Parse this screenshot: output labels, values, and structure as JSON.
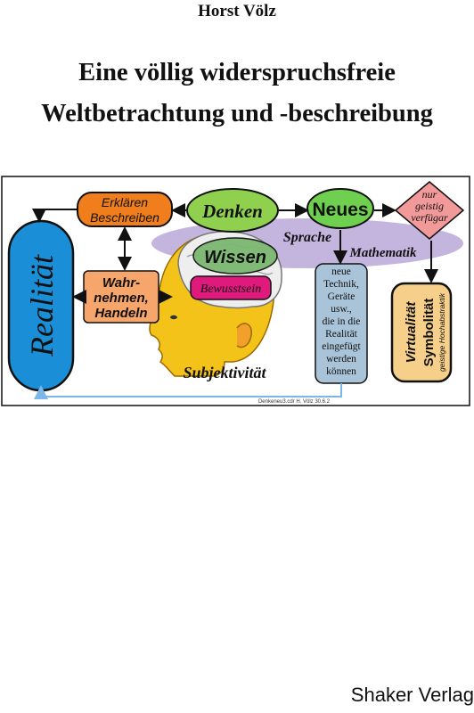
{
  "author": "Horst Völz",
  "title": {
    "line1": "Eine völlig widerspruchsfreie",
    "line2": "Weltbetrachtung und -beschreibung"
  },
  "diagram": {
    "realitaet": "Realität",
    "erklaeren_line1": "Erklären",
    "erklaeren_line2": "Beschreiben",
    "denken": "Denken",
    "neues": "Neues",
    "nur_geistig_line1": "nur",
    "nur_geistig_line2": "geistig",
    "nur_geistig_line3": "verfügar",
    "sprache": "Sprache",
    "mathematik": "Mathematik",
    "wissen": "Wissen",
    "bewusstsein": "Bewusstsein",
    "wahrnehmen_line1": "Wahr-",
    "wahrnehmen_line2": "nehmen,",
    "wahrnehmen_line3": "Handeln",
    "neue_technik_lines": [
      "neue",
      "Technik,",
      "Geräte",
      "usw.,",
      "die in die",
      "Realität",
      "eingefügt",
      "werden",
      "können"
    ],
    "subjektivitaet": "Subjektivität",
    "virtualitaet": "Virtualität",
    "symbolitaet": "Symbolität",
    "hochabstraktik": "geistige Hochabstraktik",
    "caption": "Denkeneu3.cdr H. Völz 30.6.2",
    "colors": {
      "realitaet": "#1a8fd8",
      "erklaeren": "#f07e1c",
      "denken": "#8fd14f",
      "neues": "#6fcf4f",
      "nur_geistig": "#f29a9a",
      "ellipse": "#b9a8d8",
      "wissen": "#7bb870",
      "bewusstsein": "#e0197d",
      "wahrnehmen": "#f7a66b",
      "neue_technik": "#a9c4d8",
      "virtualitaet": "#f6d08a",
      "head": "#f4c31a",
      "arrow_blue": "#7db6e8"
    }
  },
  "publisher": "Shaker Verlag"
}
